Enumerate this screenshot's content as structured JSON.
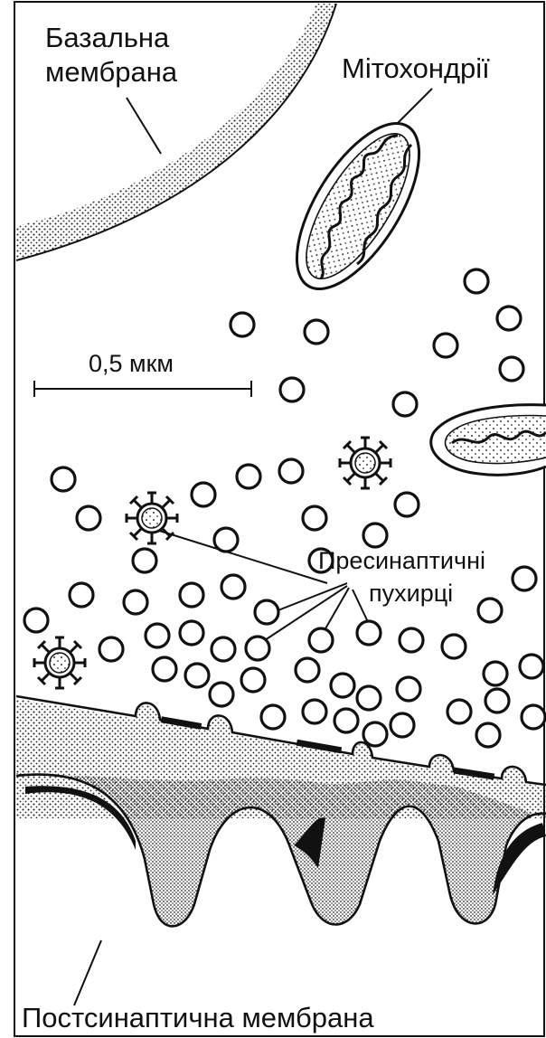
{
  "labels": {
    "basal_line1": "Базальна",
    "basal_line2": "мембрана",
    "mitochondria": "Мітохондрії",
    "scale": "0,5 мкм",
    "presyn_line1": "Пресинаптичні",
    "presyn_line2": "пухирці",
    "postsyn": "Постсинаптична мембрана"
  },
  "colors": {
    "ink": "#111111",
    "background": "#ffffff"
  }
}
